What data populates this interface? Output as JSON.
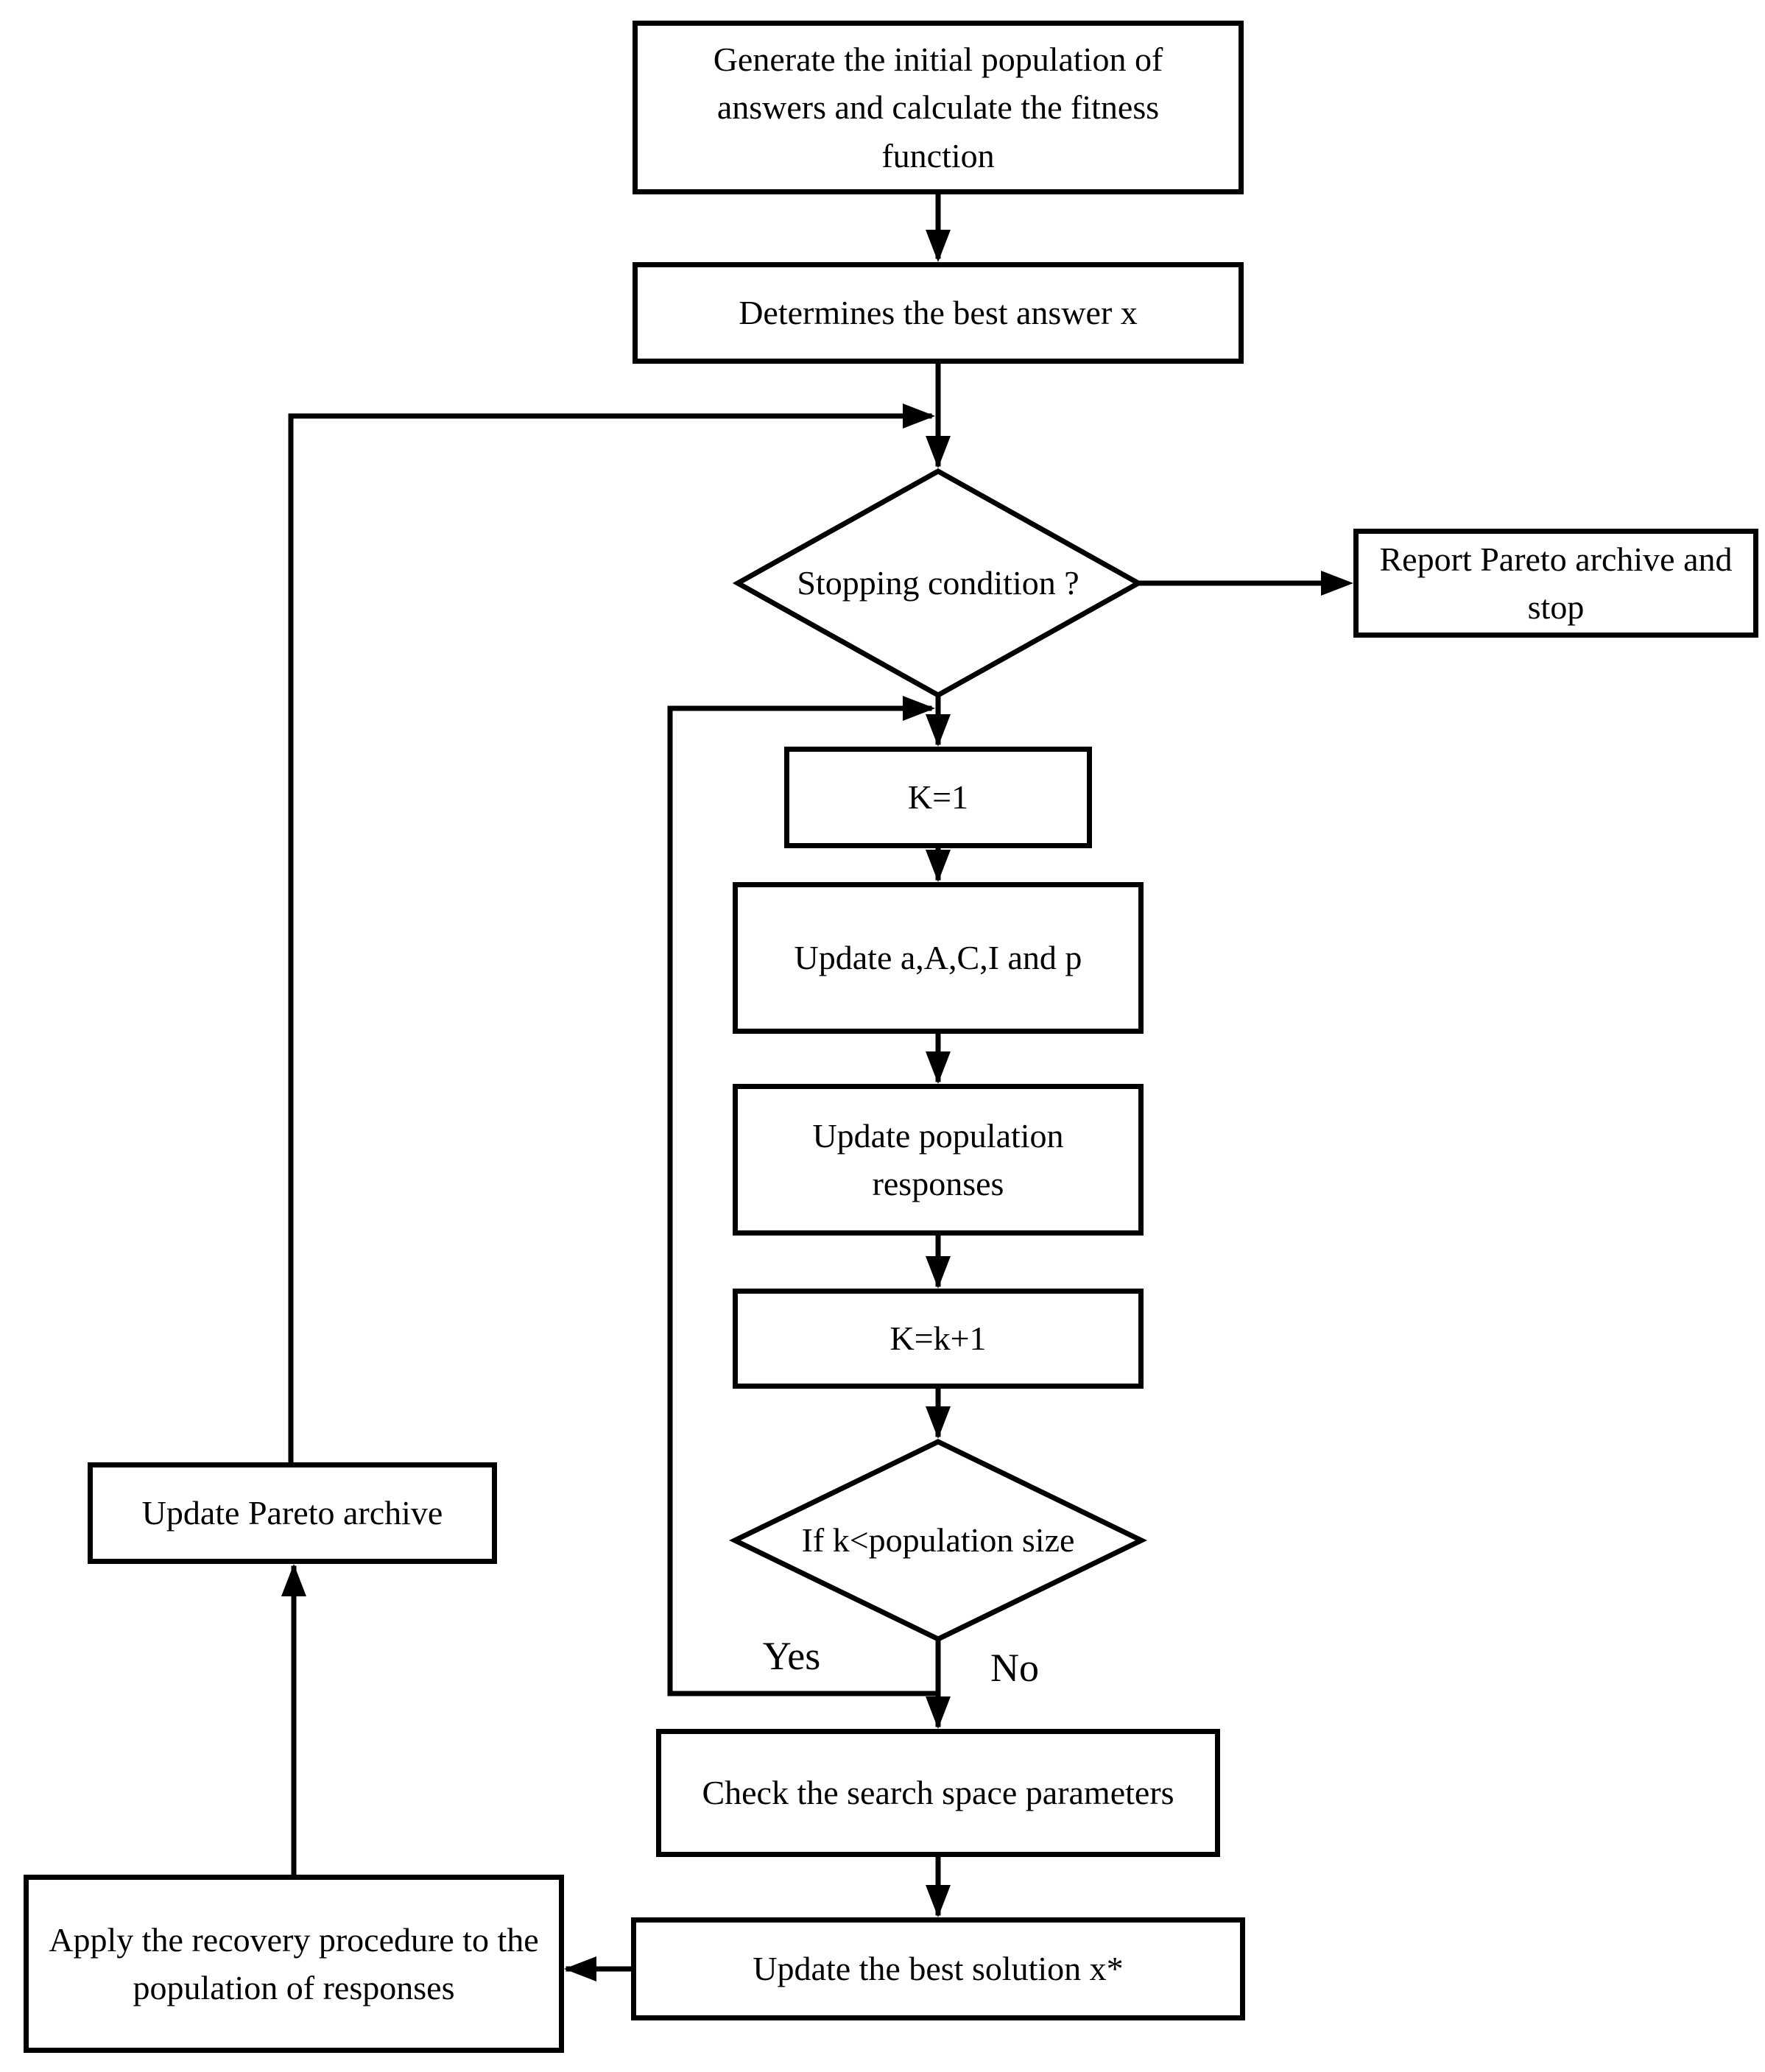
{
  "diagram": {
    "type": "flowchart",
    "colors": {
      "background": "#ffffff",
      "line": "#000000",
      "node_fill": "#ffffff",
      "text": "#000000"
    },
    "nodes": {
      "generate": "Generate the initial population of answers and calculate the fitness function",
      "determine": "Determines the best answer x",
      "stopping": "Stopping condition ?",
      "report": "Report Pareto archive and stop",
      "k1": "K=1",
      "update_params": "Update a,A,C,I and p",
      "update_pop": "Update population responses",
      "kk1": "K=k+1",
      "ifk": "If k<population size",
      "check": "Check the search space parameters",
      "best": "Update the best solution x*",
      "recovery": "Apply the recovery procedure to the population of responses",
      "pareto": "Update Pareto archive"
    },
    "branch_labels": {
      "yes": "Yes",
      "no": "No"
    },
    "edges": [
      {
        "from": "generate",
        "to": "determine"
      },
      {
        "from": "determine",
        "to": "stopping"
      },
      {
        "from": "stopping",
        "to": "report"
      },
      {
        "from": "stopping",
        "to": "k1"
      },
      {
        "from": "k1",
        "to": "update_params"
      },
      {
        "from": "update_params",
        "to": "update_pop"
      },
      {
        "from": "update_pop",
        "to": "kk1"
      },
      {
        "from": "kk1",
        "to": "ifk"
      },
      {
        "from": "ifk",
        "to": "k1",
        "label": "Yes"
      },
      {
        "from": "ifk",
        "to": "check",
        "label": "No"
      },
      {
        "from": "check",
        "to": "best"
      },
      {
        "from": "best",
        "to": "recovery"
      },
      {
        "from": "recovery",
        "to": "pareto"
      },
      {
        "from": "pareto",
        "to": "stopping"
      }
    ]
  }
}
